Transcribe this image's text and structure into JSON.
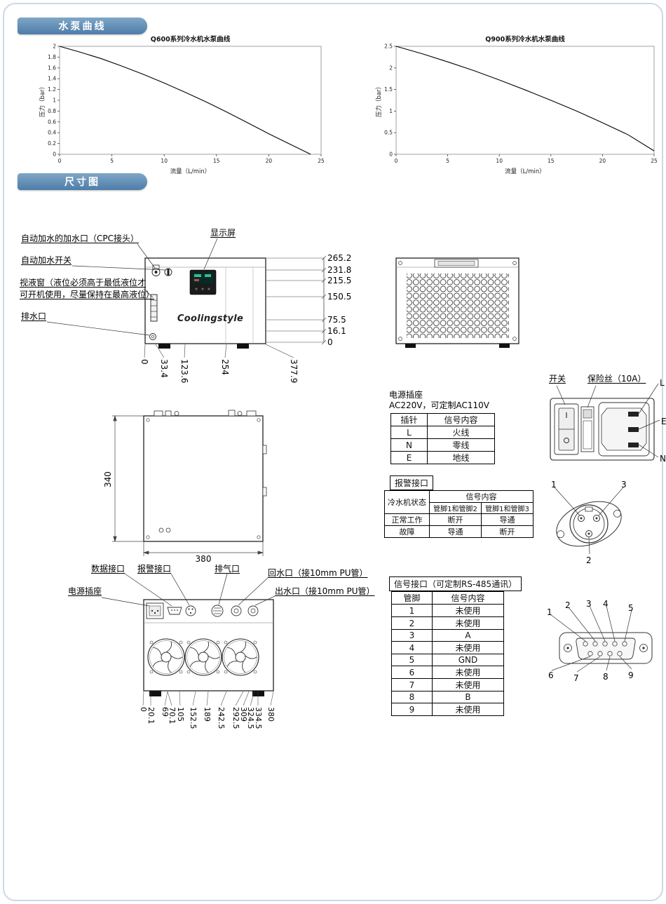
{
  "page": {
    "section1_title": "水泵曲线",
    "section2_title": "尺寸图",
    "accent_color": "#4e7da9"
  },
  "chart_data": [
    {
      "type": "line",
      "title": "Q600系列冷水机水泵曲线",
      "xlabel": "流量（L/min）",
      "ylabel": "压力（bar）",
      "xlim": [
        0,
        25
      ],
      "ylim": [
        0,
        2
      ],
      "xticks": [
        0,
        5,
        10,
        15,
        20,
        25
      ],
      "yticks": [
        0,
        0.2,
        0.4,
        0.6,
        0.8,
        1,
        1.2,
        1.4,
        1.6,
        1.8,
        2
      ],
      "grid": false,
      "x": [
        0,
        2,
        4,
        6,
        8,
        10,
        12,
        14,
        16,
        18,
        20,
        22,
        24
      ],
      "y": [
        2,
        1.89,
        1.77,
        1.63,
        1.48,
        1.32,
        1.15,
        0.97,
        0.78,
        0.58,
        0.38,
        0.19,
        0
      ]
    },
    {
      "type": "line",
      "title": "Q900系列冷水机水泵曲线",
      "xlabel": "流量（L/min）",
      "ylabel": "压力（bar）",
      "xlim": [
        0,
        25
      ],
      "ylim": [
        0,
        2.5
      ],
      "xticks": [
        0,
        5,
        10,
        15,
        20,
        25
      ],
      "yticks": [
        0,
        0.5,
        1,
        1.5,
        2,
        2.5
      ],
      "grid": false,
      "x": [
        0,
        2.5,
        5,
        7.5,
        10,
        12.5,
        15,
        17.5,
        20,
        22.5,
        25
      ],
      "y": [
        2.5,
        2.33,
        2.14,
        1.94,
        1.72,
        1.49,
        1.25,
        1.0,
        0.73,
        0.45,
        0.08
      ]
    }
  ],
  "front_view": {
    "labels": {
      "fill_port": "自动加水的加水口（CPC接头）",
      "fill_switch": "自动加水开关",
      "sight_glass_line1": "视液窗（液位必须高于最低液位才",
      "sight_glass_line2": "可开机使用，尽量保持在最高液位）",
      "drain": "排水口",
      "display": "显示屏",
      "logo": "Coolingstyle"
    },
    "right_dims": [
      "265.2",
      "231.8",
      "215.5",
      "150.5",
      "75.5",
      "16.1",
      "0"
    ],
    "bottom_dims": [
      "0",
      "33.4",
      "123.6",
      "254",
      "377.9"
    ]
  },
  "top_view": {
    "height_dim": "340",
    "width_dim": "380"
  },
  "power_socket": {
    "title": "电源插座",
    "subtitle": "AC220V，可定制AC110V",
    "table": {
      "headers": [
        "插针",
        "信号内容"
      ],
      "rows": [
        [
          "L",
          "火线"
        ],
        [
          "N",
          "零线"
        ],
        [
          "E",
          "地线"
        ]
      ]
    }
  },
  "switch_module": {
    "switch_label": "开关",
    "fuse_label": "保险丝（10A）",
    "pins": [
      "L",
      "E",
      "N"
    ]
  },
  "alarm": {
    "title": "报警接口",
    "table": {
      "col1_header": "冷水机状态",
      "signal_header": "信号内容",
      "sub_headers": [
        "管脚1和管脚2",
        "管脚1和管脚3"
      ],
      "rows": [
        [
          "正常工作",
          "断开",
          "导通"
        ],
        [
          "故障",
          "导通",
          "断开"
        ]
      ]
    },
    "connector_pins": [
      "1",
      "3",
      "2"
    ]
  },
  "back_view": {
    "labels": {
      "power": "电源插座",
      "data_port": "数据接口",
      "alarm_port": "报警接口",
      "exhaust": "排气口",
      "water_return": "回水口（接10mm PU管）",
      "water_out": "出水口（接10mm PU管）"
    },
    "bottom_dims": [
      "0",
      "20.1",
      "69",
      "70.1",
      "105",
      "152.5",
      "189",
      "242.5",
      "292.5",
      "309",
      "324.5",
      "334.5",
      "380"
    ]
  },
  "signal": {
    "title": "信号接口（可定制RS-485通讯）",
    "table": {
      "headers": [
        "管脚",
        "信号内容"
      ],
      "rows": [
        [
          "1",
          "未使用"
        ],
        [
          "2",
          "未使用"
        ],
        [
          "3",
          "A"
        ],
        [
          "4",
          "未使用"
        ],
        [
          "5",
          "GND"
        ],
        [
          "6",
          "未使用"
        ],
        [
          "7",
          "未使用"
        ],
        [
          "8",
          "B"
        ],
        [
          "9",
          "未使用"
        ]
      ]
    },
    "connector_pins": [
      "1",
      "2",
      "3",
      "4",
      "5",
      "6",
      "7",
      "8",
      "9"
    ]
  }
}
